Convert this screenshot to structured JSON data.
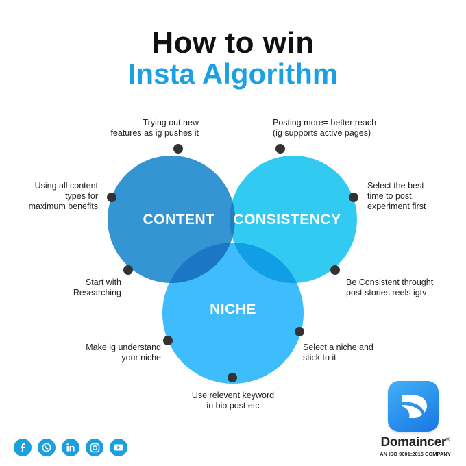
{
  "title": {
    "line1": "How to win",
    "line2": "Insta Algorithm"
  },
  "colors": {
    "content": "#2a8fd0",
    "consistency": "#21c6ef",
    "niche": "#2ab5fb",
    "accent_title": "#1ba1e3",
    "dot": "#333333"
  },
  "circles": {
    "content": "CONTENT",
    "consistency": "CONSISTENCY",
    "niche": "NICHE"
  },
  "tips": {
    "trying_new": [
      "Trying out new",
      "features as ig pushes it"
    ],
    "using_all": [
      "Using all content",
      "types for",
      "maximum benefits"
    ],
    "start_research": [
      "Start with",
      "Researching"
    ],
    "make_ig": [
      "Make ig understand",
      "your niche"
    ],
    "use_keyword": [
      "Use relevent keyword",
      "in bio post etc"
    ],
    "posting_more": [
      "Posting more= better reach",
      "(ig supports active pages)"
    ],
    "best_time": [
      "Select the best",
      "time to post,",
      "experiment first"
    ],
    "be_consistent": [
      "Be Consistent throught",
      "post stories reels igtv"
    ],
    "select_niche": [
      "Select a niche and",
      "stick to it"
    ]
  },
  "socials": [
    "facebook-icon",
    "whatsapp-icon",
    "linkedin-icon",
    "instagram-icon",
    "youtube-icon"
  ],
  "brand": {
    "name": "Domaincer",
    "mark": "®",
    "tagline": "AN ISO 9001:2015 COMPANY"
  }
}
